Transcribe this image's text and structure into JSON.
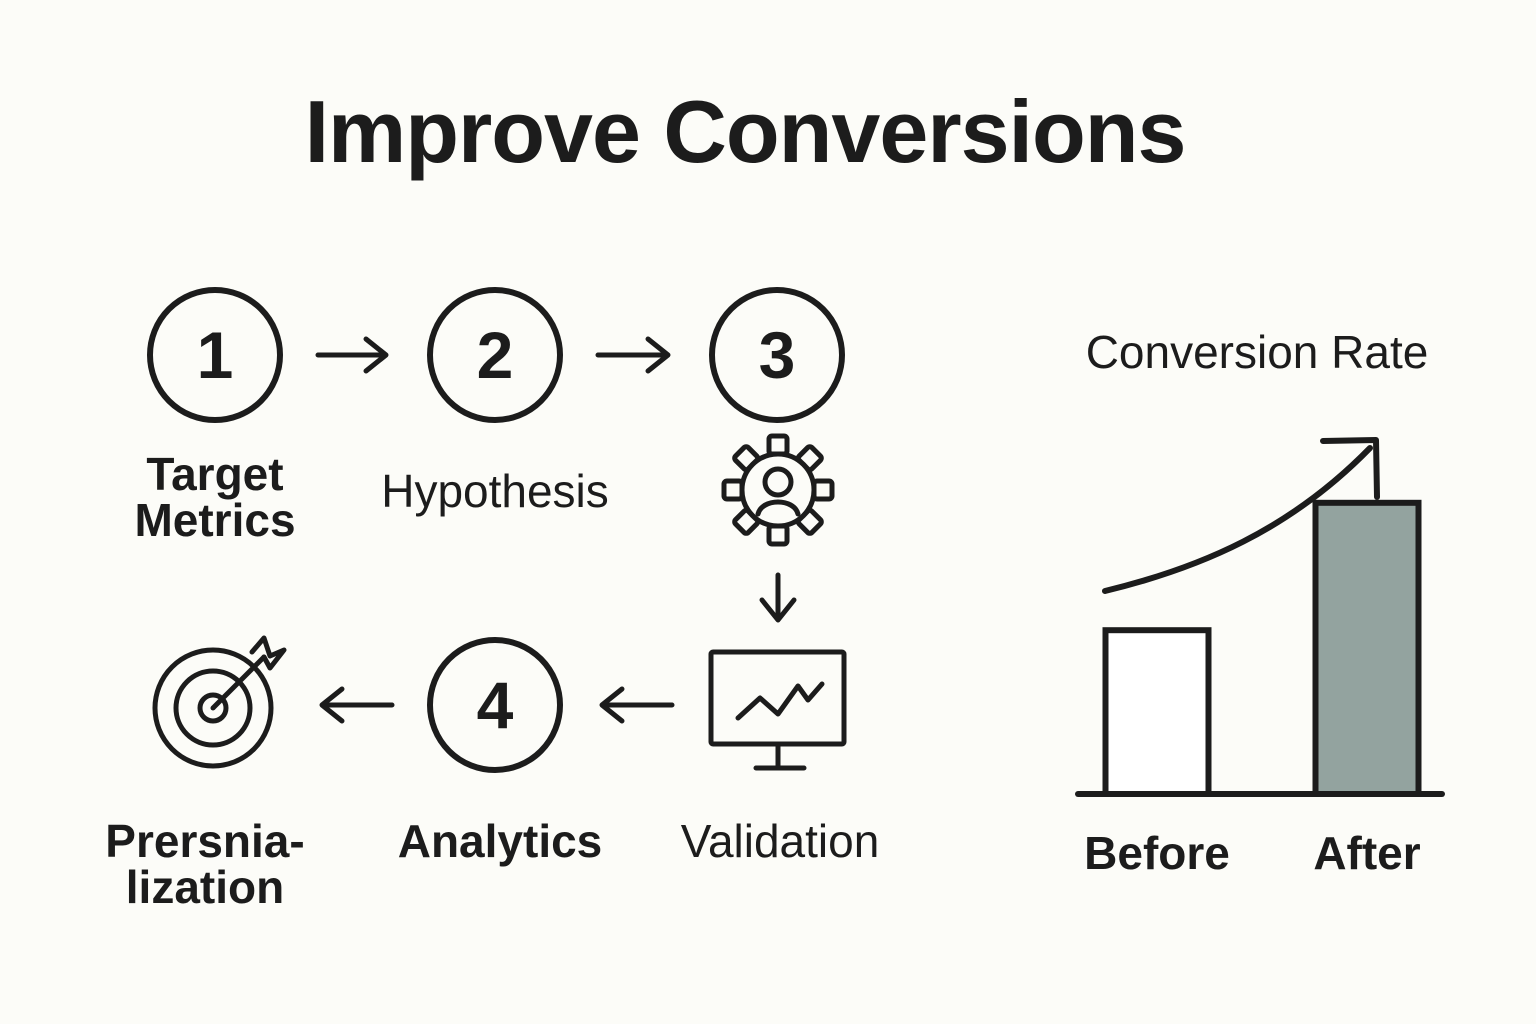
{
  "title": "Improve Conversions",
  "steps": [
    {
      "number": "1",
      "label": "Target\nMetrics"
    },
    {
      "number": "2",
      "label": "Hypothesis"
    },
    {
      "number": "3",
      "label": ""
    },
    {
      "number": "4",
      "label": "Analytics"
    }
  ],
  "validation_label": "Validation",
  "personalization_label": "Prersnia-\nlization",
  "icons": [
    "gear-person-icon",
    "monitor-chart-icon",
    "target-icon"
  ],
  "chart_data": {
    "type": "bar",
    "title": "Conversion Rate",
    "categories": [
      "Before",
      "After"
    ],
    "values": [
      45,
      80
    ],
    "colors": [
      "#ffffff",
      "#93a39f"
    ],
    "xlabel": "",
    "ylabel": "",
    "ylim": [
      0,
      100
    ],
    "annotation": "upward-trend-arrow"
  }
}
